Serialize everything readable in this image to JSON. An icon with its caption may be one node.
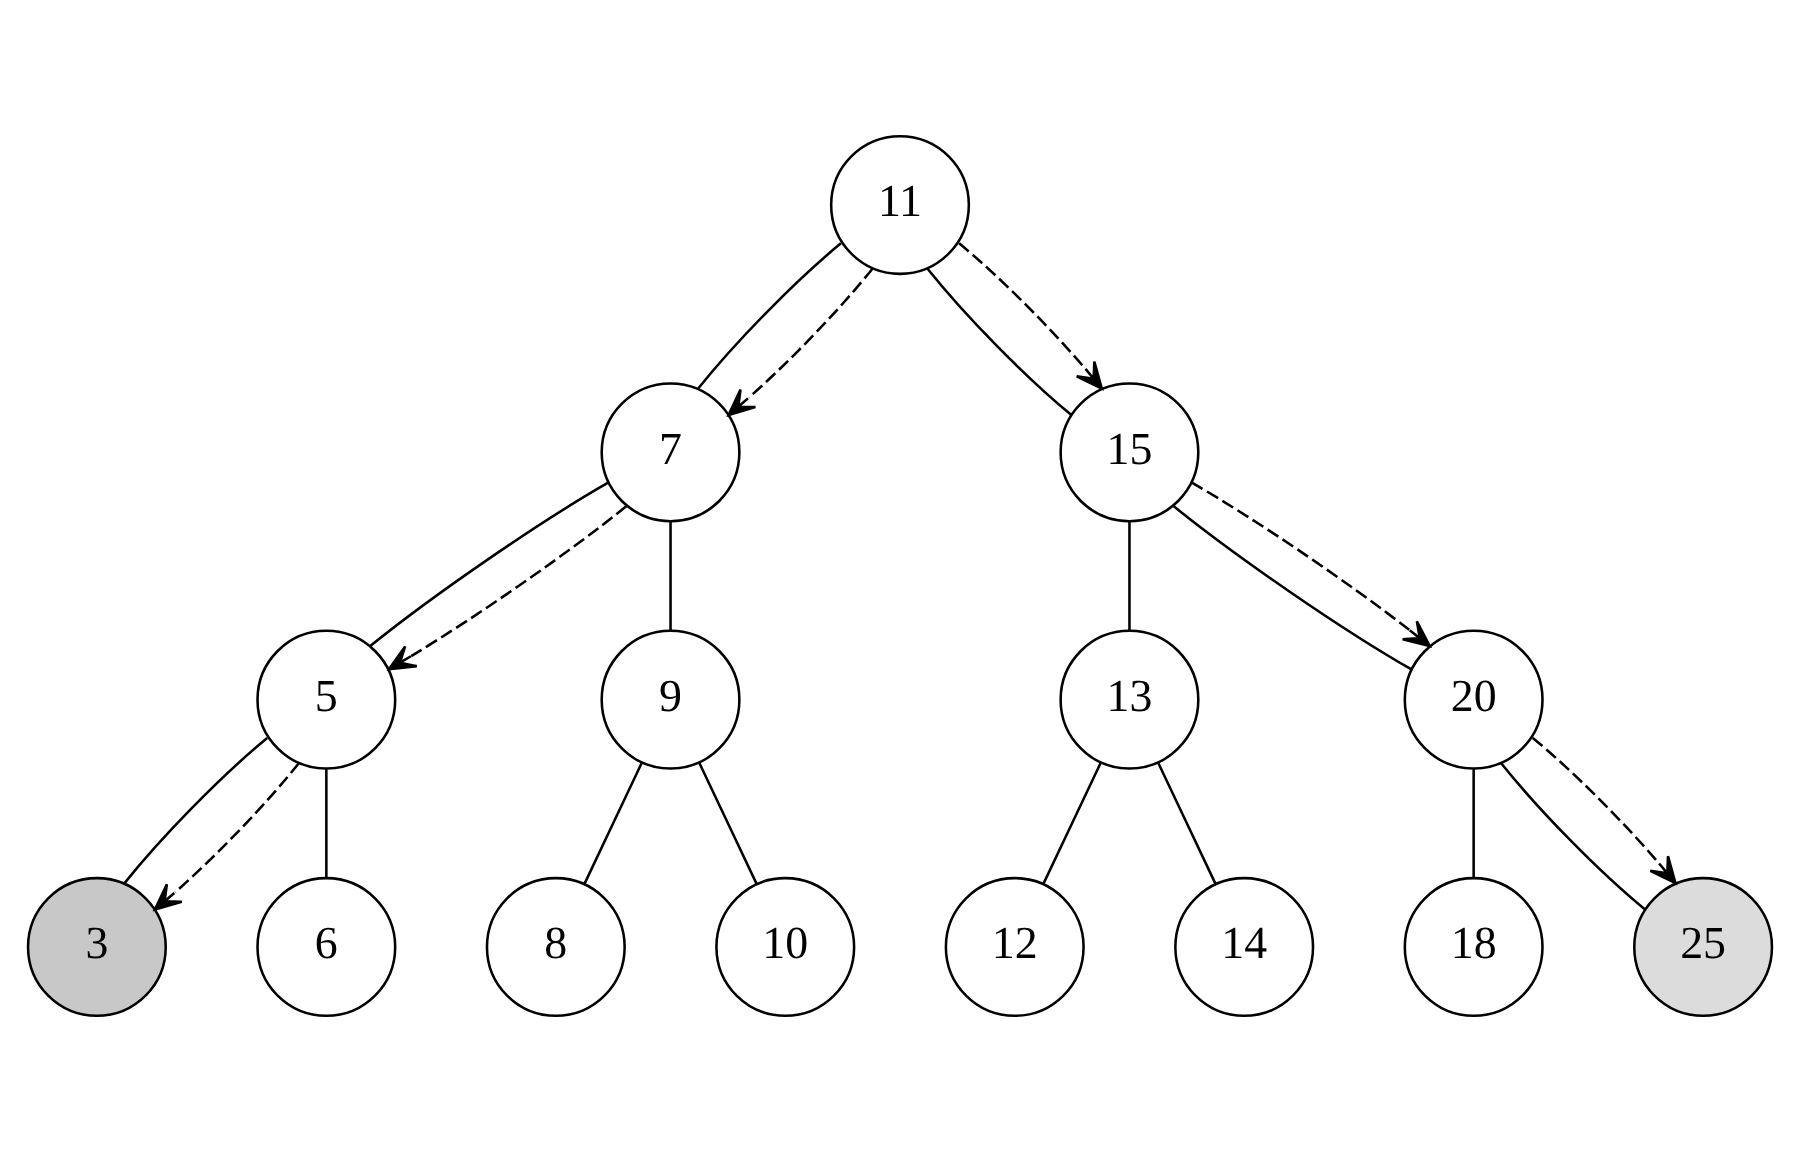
{
  "diagram": {
    "nodes": [
      {
        "text": [
          "11"
        ]
      },
      {
        "text": [
          "7"
        ]
      },
      {
        "text": [
          "15"
        ]
      },
      {
        "text": [
          "5"
        ]
      },
      {
        "text": [
          "9"
        ]
      },
      {
        "text": [
          "13"
        ]
      },
      {
        "text": [
          "20"
        ]
      },
      {
        "text": [
          "3"
        ]
      },
      {
        "text": [
          "6"
        ]
      },
      {
        "text": [
          "8"
        ]
      },
      {
        "text": [
          "10"
        ]
      },
      {
        "text": [
          "12"
        ]
      },
      {
        "text": [
          "14"
        ]
      },
      {
        "text": [
          "18"
        ]
      },
      {
        "text": [
          "25"
        ]
      }
    ],
    "edges": [
      {
        "from": 0,
        "to": 1,
        "arrow": "none"
      },
      {
        "from": 0,
        "to": 2,
        "arrow": "none"
      },
      {
        "from": 1,
        "to": 3,
        "arrow": "none"
      },
      {
        "from": 1,
        "to": 4,
        "arrow": "none"
      },
      {
        "from": 2,
        "to": 5,
        "arrow": "none"
      },
      {
        "from": 2,
        "to": 6,
        "arrow": "none"
      },
      {
        "from": 3,
        "to": 7,
        "arrow": "none"
      },
      {
        "from": 3,
        "to": 8,
        "arrow": "none"
      },
      {
        "from": 4,
        "to": 9,
        "arrow": "none"
      },
      {
        "from": 4,
        "to": 10,
        "arrow": "none"
      },
      {
        "from": 5,
        "to": 11,
        "arrow": "none"
      },
      {
        "from": 5,
        "to": 12,
        "arrow": "none"
      },
      {
        "from": 6,
        "to": 13,
        "arrow": "none"
      },
      {
        "from": 6,
        "to": 14,
        "arrow": "none"
      },
      {
        "from": 0,
        "to": 1,
        "arrow": "to",
        "style": "dashed"
      },
      {
        "from": 1,
        "to": 3,
        "arrow": "to",
        "style": "dashed"
      },
      {
        "from": 3,
        "to": 7,
        "arrow": "to",
        "style": "dashed"
      },
      {
        "from": 0,
        "to": 2,
        "arrow": "to",
        "style": "dashed"
      },
      {
        "from": 2,
        "to": 6,
        "arrow": "to",
        "style": "dashed"
      },
      {
        "from": 6,
        "to": 14,
        "arrow": "to",
        "style": "dashed"
      }
    ]
  }
}
